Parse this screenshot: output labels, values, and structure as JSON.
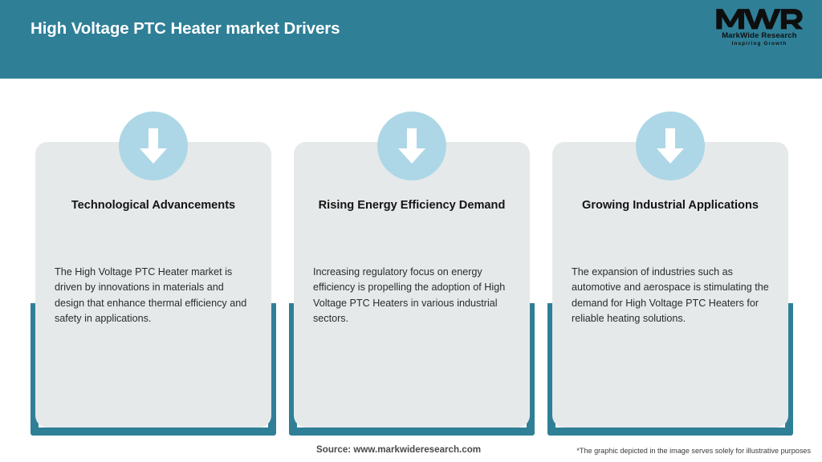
{
  "header": {
    "title": "High Voltage PTC Heater market Drivers",
    "background_color": "#2F7F97",
    "title_color": "#FFFFFF"
  },
  "logo": {
    "mark": "MWR",
    "name": "MarkWide Research",
    "tagline": "Inspiring Growth"
  },
  "theme": {
    "accent_color": "#2F7F97",
    "card_background": "#E6E9EA",
    "icon_circle_color": "#ADD7E6",
    "arrow_color": "#FFFFFF",
    "page_background": "#FFFFFF"
  },
  "cards": [
    {
      "icon": "arrow-down-icon",
      "title": "Technological Advancements",
      "body": "The High Voltage PTC Heater market is driven by innovations in materials and design that enhance thermal efficiency and safety in applications."
    },
    {
      "icon": "arrow-down-icon",
      "title": "Rising Energy Efficiency Demand",
      "body": "Increasing regulatory focus on energy efficiency is propelling the adoption of High Voltage PTC Heaters in various industrial sectors."
    },
    {
      "icon": "arrow-down-icon",
      "title": "Growing Industrial Applications",
      "body": "The expansion of industries such as automotive and aerospace is stimulating the demand for High Voltage PTC Heaters for reliable heating solutions."
    }
  ],
  "footer": {
    "source": "Source: www.markwideresearch.com",
    "disclaimer": "*The graphic depicted in the image serves solely for illustrative purposes"
  }
}
